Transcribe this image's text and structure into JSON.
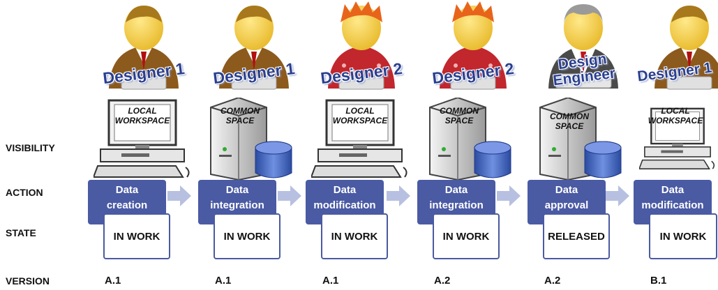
{
  "row_labels": {
    "visibility": "VISIBILITY",
    "action": "ACTION",
    "state": "STATE",
    "version": "VERSION"
  },
  "colors": {
    "action_fill": "#4a5aa3",
    "arrow_fill": "#b7c0e0",
    "role_text": "#2a3f8f"
  },
  "steps": [
    {
      "role_line1": "Designer 1",
      "role_line2": "",
      "device_line1": "LOCAL",
      "device_line2": "WORKSPACE",
      "device": "workstation-icon",
      "person": "designer1-avatar",
      "action_line1": "Data",
      "action_line2": "creation",
      "state": "IN WORK",
      "version": "A.1"
    },
    {
      "role_line1": "Designer 1",
      "role_line2": "",
      "device_line1": "COMMON",
      "device_line2": "SPACE",
      "device": "server-database-icon",
      "person": "designer1-avatar",
      "action_line1": "Data",
      "action_line2": "integration",
      "state": "IN WORK",
      "version": "A.1"
    },
    {
      "role_line1": "Designer 2",
      "role_line2": "",
      "device_line1": "LOCAL",
      "device_line2": "WORKSPACE",
      "device": "workstation-icon",
      "person": "designer2-avatar",
      "action_line1": "Data",
      "action_line2": "modification",
      "state": "IN WORK",
      "version": "A.1"
    },
    {
      "role_line1": "Designer 2",
      "role_line2": "",
      "device_line1": "COMMON",
      "device_line2": "SPACE",
      "device": "server-database-icon",
      "person": "designer2-avatar",
      "action_line1": "Data",
      "action_line2": "integration",
      "state": "IN WORK",
      "version": "A.2"
    },
    {
      "role_line1": "Design",
      "role_line2": "Engineer",
      "device_line1": "COMMON",
      "device_line2": "SPACE",
      "device": "server-database-icon",
      "person": "engineer-avatar",
      "action_line1": "Data",
      "action_line2": "approval",
      "state": "RELEASED",
      "version": "A.2"
    },
    {
      "role_line1": "Designer 1",
      "role_line2": "",
      "device_line1": "LOCAL",
      "device_line2": "WORKSPACE",
      "device": "workstation-icon",
      "person": "designer1-avatar",
      "action_line1": "Data",
      "action_line2": "modification",
      "state": "IN WORK",
      "version": "B.1"
    }
  ]
}
